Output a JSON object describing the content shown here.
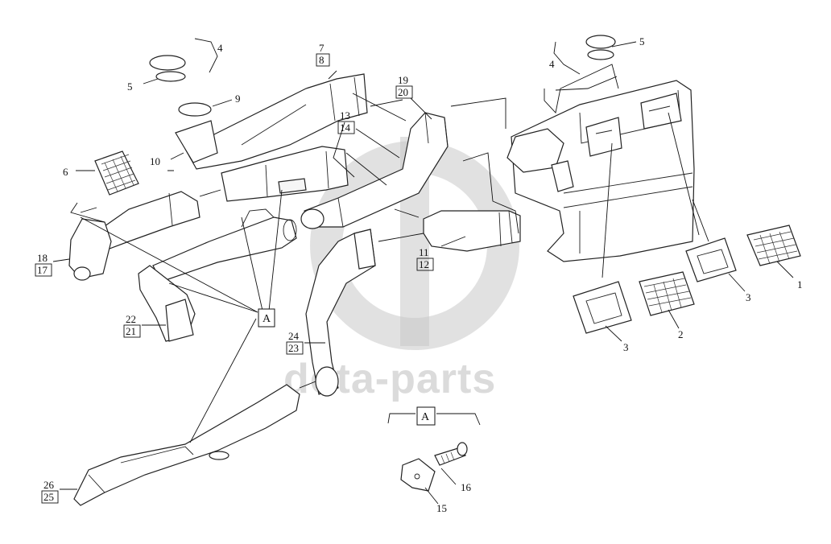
{
  "watermark": {
    "text": "dota-parts"
  },
  "reference_marker": "A",
  "callouts": {
    "c1": "1",
    "c2": "2",
    "c3a": "3",
    "c3b": "3",
    "c4a": "4",
    "c4b": "4",
    "c5a": "5",
    "c5b": "5",
    "c6": "6",
    "c9": "9",
    "c10": "10",
    "c15": "15",
    "c16": "16",
    "c7_top": "7",
    "c7_bottom": "8",
    "c13_top": "13",
    "c13_bottom": "14",
    "c19_top": "19",
    "c19_bottom": "20",
    "c11_top": "11",
    "c11_bottom": "12",
    "c18_top": "18",
    "c18_bottom": "17",
    "c22_top": "22",
    "c22_bottom": "21",
    "c24_top": "24",
    "c24_bottom": "23",
    "c26_top": "26",
    "c26_bottom": "25"
  }
}
